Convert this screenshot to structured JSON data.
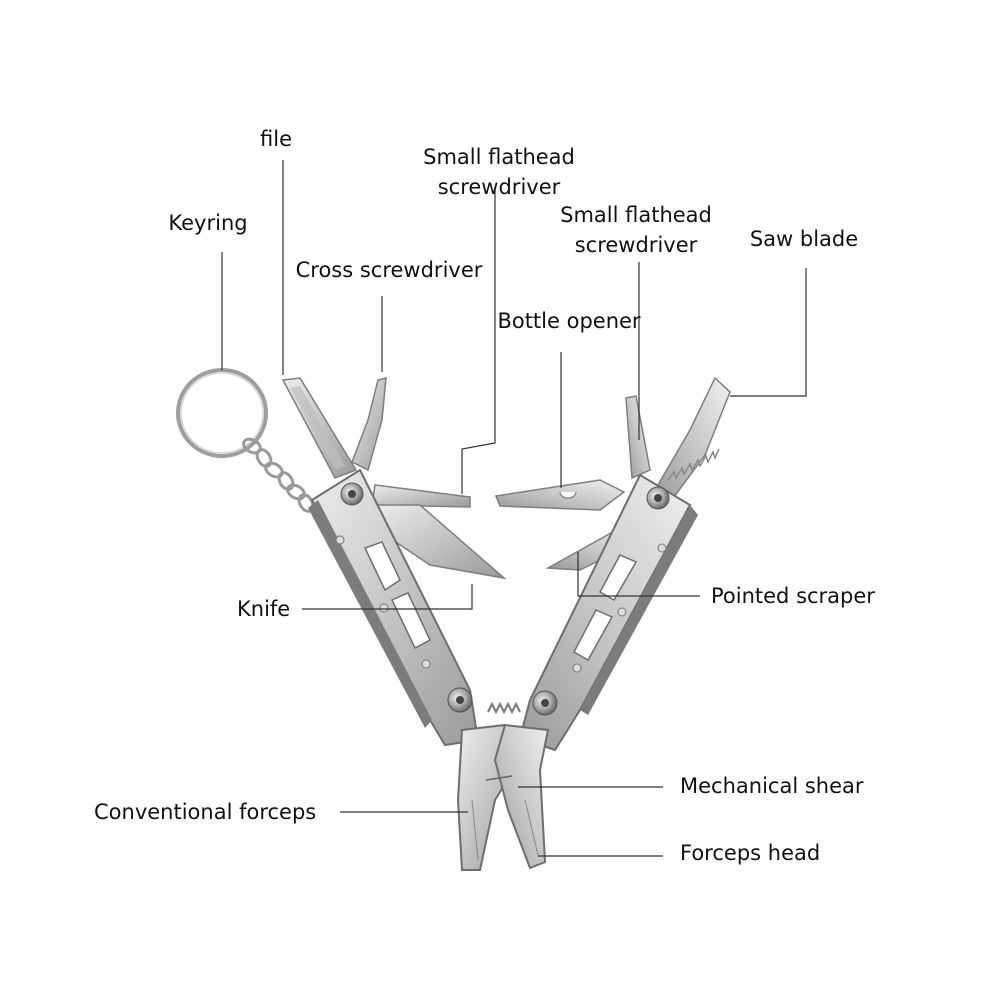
{
  "diagram": {
    "labels": {
      "file": "file",
      "small_flathead_1_line1": "Small flathead",
      "small_flathead_1_line2": "screwdriver",
      "small_flathead_2_line1": "Small flathead",
      "small_flathead_2_line2": "screwdriver",
      "keyring": "Keyring",
      "saw_blade": "Saw blade",
      "cross_screwdriver": "Cross screwdriver",
      "bottle_opener": "Bottle opener",
      "pointed_scraper": "Pointed scraper",
      "knife": "Knife",
      "mechanical_shear": "Mechanical shear",
      "conventional_forceps": "Conventional forceps",
      "forceps_head": "Forceps head"
    },
    "colors": {
      "leader_line": "#333333",
      "steel_light": "#d9d9d9",
      "steel_mid": "#b9b9b9",
      "steel_dark": "#8d8d8d",
      "text": "#111111"
    }
  }
}
